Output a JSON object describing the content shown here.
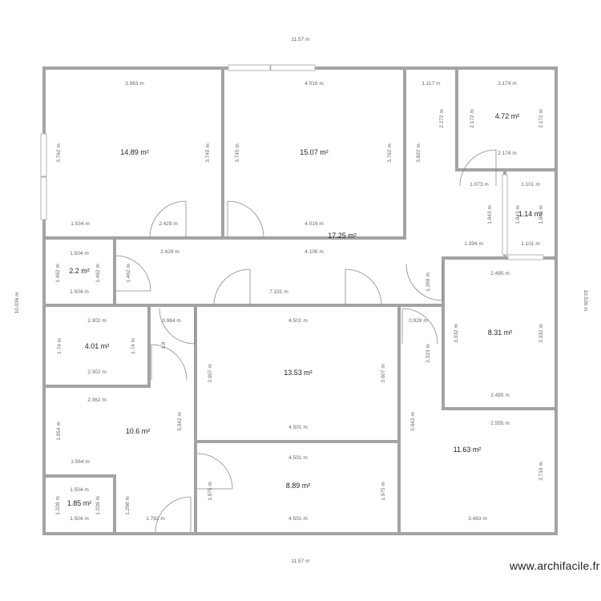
{
  "colors": {
    "wall": "#a0a0a0",
    "door": "#8a8a8a",
    "window": "#b9b9b9",
    "text": "#666666",
    "area_text": "#222222"
  },
  "overall": {
    "top": "11.57 m",
    "bottom": "11.57 m",
    "left": "10.036 m",
    "right": "10.536 m"
  },
  "areas": {
    "r1": "14.89 m²",
    "r2": "15.07 m²",
    "corridor": "17.25 m²",
    "r4": "4.72 m²",
    "r5": "1.14 m²",
    "r6": "2.2 m²",
    "r7": "4.01 m²",
    "r8": "10.6 m²",
    "r9": "1.85 m²",
    "r10": "13.53 m²",
    "r11": "8.89 m²",
    "r12": "8.31 m²",
    "r13": "11.63 m²"
  },
  "dims": {
    "d1": "3.963 m",
    "d2": "3.762 m",
    "d3": "3.745 m",
    "d4": "1.534 m",
    "d5": "2.429 m",
    "d6": "4.016 m",
    "d7": "3.745 m",
    "d8": "3.762 m",
    "d9": "4.016 m",
    "d10": "1.117 m",
    "d11": "2.272 m",
    "d12": "3.822 m",
    "d13": "2.174 m",
    "d14": "2.172 m",
    "d15": "2.172 m",
    "d16": "2.174 m",
    "d17": "1.073 m",
    "d18": "1.943 m",
    "d19": "1.394 m",
    "d20": "1.101 m",
    "d21": "1.943 m",
    "d22": "1.943 m",
    "d23": "1.101 m",
    "d24": "1.504 m",
    "d25": "1.462 m",
    "d26": "1.462 m",
    "d27": "1.504 m",
    "d28": "2.429 m",
    "d29": "1.462 m",
    "d30": "4.106 m",
    "d31": "7.331 m",
    "d32": "1.369 m",
    "d33": "2.302 m",
    "d34": "1.74 m",
    "d35": "1.74 m",
    "d36": "2.302 m",
    "d37": "0.984 m",
    "d38": "1.8",
    "d39": "2.362 m",
    "d40": "1.954 m",
    "d41": "5.042 m",
    "d42": "1.564 m",
    "d43": "1.504 m",
    "d44": "1.228 m",
    "d45": "1.228 m",
    "d46": "1.504 m",
    "d47": "1.298 m",
    "d48": "1.782 m",
    "d49": "4.501 m",
    "d50": "3.007 m",
    "d51": "3.007 m",
    "d52": "4.501 m",
    "d53": "4.501 m",
    "d54": "1.975 m",
    "d55": "1.975 m",
    "d56": "4.501 m",
    "d57": "0.928 m",
    "d58": "2.323 m",
    "d59": "5.042 m",
    "d60": "2.495 m",
    "d61": "3.332 m",
    "d62": "3.332 m",
    "d63": "2.495 m",
    "d64": "2.555 m",
    "d65": "2.719 m",
    "d66": "3.483 m"
  },
  "watermark": "www.archifacile.fr"
}
